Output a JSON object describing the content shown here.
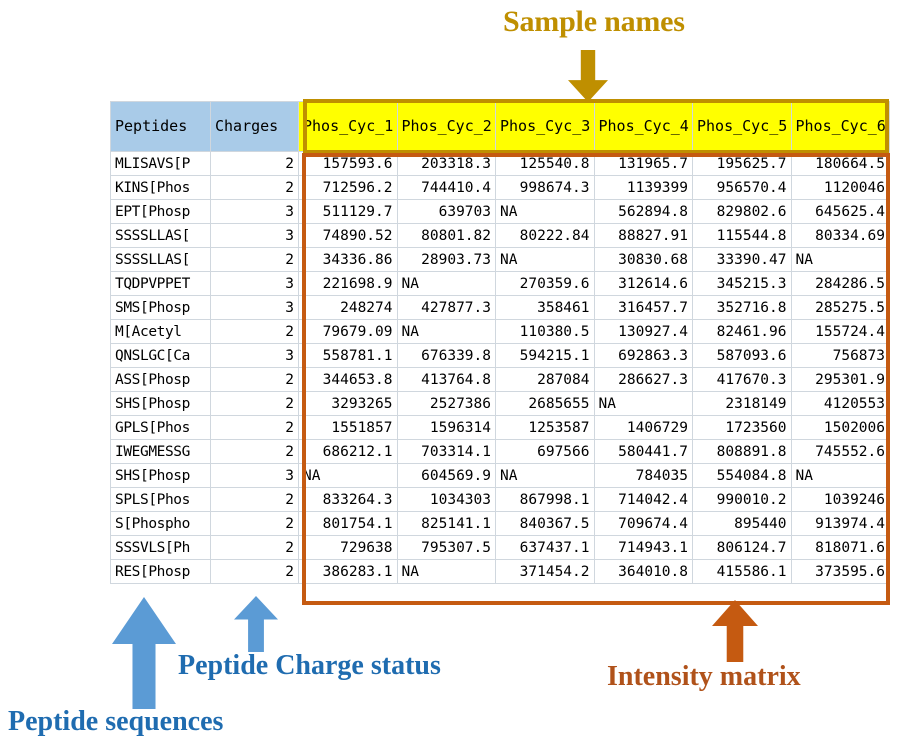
{
  "annotations": {
    "sample_names": {
      "label": "Sample names",
      "color": "#bf8f00",
      "arrow": "arrow-down-icon"
    },
    "peptide_sequences": {
      "label": "Peptide sequences",
      "color": "#1f6cb0",
      "arrow": "arrow-up-icon"
    },
    "peptide_charge_status": {
      "label": "Peptide Charge status",
      "color": "#1f6cb0",
      "arrow": "arrow-up-icon"
    },
    "intensity_matrix": {
      "label": "Intensity matrix",
      "color": "#c55a11",
      "arrow": "arrow-up-icon"
    }
  },
  "table": {
    "header_fill_left": "#a9cbe8",
    "header_fill_samples": "#ffff00",
    "columns": [
      "Peptides",
      "Charges",
      "Phos_Cyc_1",
      "Phos_Cyc_2",
      "Phos_Cyc_3",
      "Phos_Cyc_4",
      "Phos_Cyc_5",
      "Phos_Cyc_6"
    ],
    "rows": [
      {
        "peptide": "MLISAVS[P",
        "charge": "2",
        "values": [
          "157593.6",
          "203318.3",
          "125540.8",
          "131965.7",
          "195625.7",
          "180664.5"
        ]
      },
      {
        "peptide": "KINS[Phos",
        "charge": "2",
        "values": [
          "712596.2",
          "744410.4",
          "998674.3",
          "1139399",
          "956570.4",
          "1120046"
        ]
      },
      {
        "peptide": "EPT[Phosp",
        "charge": "3",
        "values": [
          "511129.7",
          "639703",
          "NA",
          "562894.8",
          "829802.6",
          "645625.4"
        ]
      },
      {
        "peptide": "SSSSLLAS[",
        "charge": "3",
        "values": [
          "74890.52",
          "80801.82",
          "80222.84",
          "88827.91",
          "115544.8",
          "80334.69"
        ]
      },
      {
        "peptide": "SSSSLLAS[",
        "charge": "2",
        "values": [
          "34336.86",
          "28903.73",
          "NA",
          "30830.68",
          "33390.47",
          "NA"
        ]
      },
      {
        "peptide": "TQDPVPPET",
        "charge": "3",
        "values": [
          "221698.9",
          "NA",
          "270359.6",
          "312614.6",
          "345215.3",
          "284286.5"
        ]
      },
      {
        "peptide": "SMS[Phosp",
        "charge": "3",
        "values": [
          "248274",
          "427877.3",
          "358461",
          "316457.7",
          "352716.8",
          "285275.5"
        ]
      },
      {
        "peptide": "M[Acetyl",
        "charge": "2",
        "values": [
          "79679.09",
          "NA",
          "110380.5",
          "130927.4",
          "82461.96",
          "155724.4"
        ]
      },
      {
        "peptide": "QNSLGC[Ca",
        "charge": "3",
        "values": [
          "558781.1",
          "676339.8",
          "594215.1",
          "692863.3",
          "587093.6",
          "756873"
        ]
      },
      {
        "peptide": "ASS[Phosp",
        "charge": "2",
        "values": [
          "344653.8",
          "413764.8",
          "287084",
          "286627.3",
          "417670.3",
          "295301.9"
        ]
      },
      {
        "peptide": "SHS[Phosp",
        "charge": "2",
        "values": [
          "3293265",
          "2527386",
          "2685655",
          "NA",
          "2318149",
          "4120553"
        ]
      },
      {
        "peptide": "GPLS[Phos",
        "charge": "2",
        "values": [
          "1551857",
          "1596314",
          "1253587",
          "1406729",
          "1723560",
          "1502006"
        ]
      },
      {
        "peptide": "IWEGMESSG",
        "charge": "2",
        "values": [
          "686212.1",
          "703314.1",
          "697566",
          "580441.7",
          "808891.8",
          "745552.6"
        ]
      },
      {
        "peptide": "SHS[Phosp",
        "charge": "3",
        "values": [
          "NA",
          "604569.9",
          "NA",
          "784035",
          "554084.8",
          "NA"
        ]
      },
      {
        "peptide": "SPLS[Phos",
        "charge": "2",
        "values": [
          "833264.3",
          "1034303",
          "867998.1",
          "714042.4",
          "990010.2",
          "1039246"
        ]
      },
      {
        "peptide": "S[Phospho",
        "charge": "2",
        "values": [
          "801754.1",
          "825141.1",
          "840367.5",
          "709674.4",
          "895440",
          "913974.4"
        ]
      },
      {
        "peptide": "SSSVLS[Ph",
        "charge": "2",
        "values": [
          "729638",
          "795307.5",
          "637437.1",
          "714943.1",
          "806124.7",
          "818071.6"
        ]
      },
      {
        "peptide": "RES[Phosp",
        "charge": "2",
        "values": [
          "386283.1",
          "NA",
          "371454.2",
          "364010.8",
          "415586.1",
          "373595.6"
        ]
      }
    ]
  }
}
